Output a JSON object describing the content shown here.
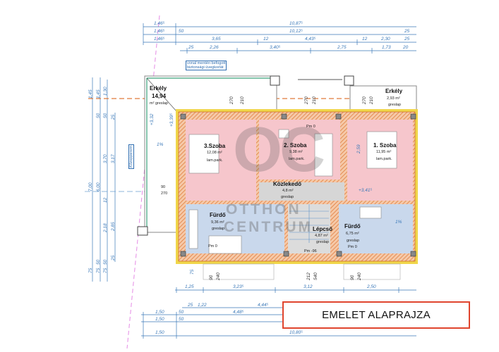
{
  "title": "EMELET ALAPRAJZA",
  "watermark": {
    "logo": "OC",
    "line1": "OTTHON",
    "line2": "CENTRUM"
  },
  "callouts": {
    "railing": [
      "vonal mentén befogott",
      "biztonsági üvegkorlát"
    ],
    "left": "Kőzepperem"
  },
  "top_dims": {
    "row1": [
      "1,46⁵",
      "10,87⁵"
    ],
    "row2": [
      "1,46⁵",
      "50",
      "10,12⁵",
      "25"
    ],
    "row3": [
      "1,46⁵",
      "3,65",
      "12",
      "4,43⁵",
      "12",
      "2,30",
      "25"
    ],
    "row4": [
      "25",
      "2,26",
      "3,40⁵",
      "2,75",
      "1,73",
      "20"
    ]
  },
  "bottom_dims": {
    "row1": [
      "1,25",
      "3,23⁵",
      "3,12",
      "2,50"
    ],
    "row2": [
      "25",
      "1,22",
      "4,44⁵"
    ],
    "row3": [
      "1,50",
      "50",
      "4,48⁵"
    ],
    "row4": [
      "1,50",
      "50"
    ],
    "row5": [
      "1,50",
      "10,80⁵"
    ]
  },
  "left_dims": {
    "col1": [
      "1,45",
      "7,00",
      "75"
    ],
    "col2": [
      "1,45",
      "50",
      "6,00",
      "50",
      "75"
    ],
    "col3": [
      "1,30",
      "50",
      "3,70",
      "12",
      "2,18",
      "50",
      "75"
    ],
    "col4": [
      "25",
      "3,17",
      "2,85",
      "25"
    ]
  },
  "rooms": [
    {
      "name": "Erkély",
      "area": "14,94",
      "unit": "m² greslap"
    },
    {
      "name": "Erkély",
      "area": "2,93 m²",
      "finish": "greslap"
    },
    {
      "name": "3.Szoba",
      "area": "12,08 m²",
      "finish": "lam.park."
    },
    {
      "name": "2. Szoba",
      "area": "9,38 m²",
      "finish": "lam.park.",
      "level": "Pm 0"
    },
    {
      "name": "1. Szoba",
      "area": "11,95 m²",
      "finish": "lam.park."
    },
    {
      "name": "Közlekedő",
      "area": "4,8 m²",
      "finish": "greslap"
    },
    {
      "name": "Fürdő",
      "area": "9,36 m²",
      "finish": "greslap",
      "level": "Pm 0"
    },
    {
      "name": "Lépcső",
      "area": "4,87 m²",
      "finish": "greslap",
      "level": "Pm -96"
    },
    {
      "name": "Fürdő",
      "area": "6,75 m²",
      "finish": "greslap",
      "level": "Pm 0"
    }
  ],
  "annotations": {
    "door1": "90",
    "door2": "270",
    "h1": "270",
    "h2": "210",
    "h3": "270",
    "h4": "210",
    "h5": "270",
    "h6": "210",
    "slope1": "1%",
    "slope2": "1%",
    "lvl1": "+3,32",
    "lvl2": "+3,39⁵",
    "lvl3": "+3,41⁵",
    "win1": [
      "90",
      "240"
    ],
    "win2": [
      "212",
      "540"
    ],
    "win3": [
      "90",
      "240"
    ],
    "w75": "75",
    "d259": "2,59"
  }
}
